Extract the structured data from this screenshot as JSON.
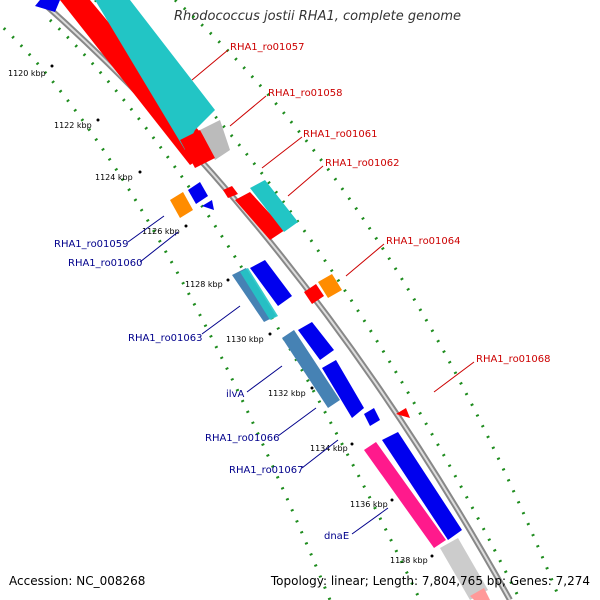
{
  "title": "Rhodococcus jostii RHA1, complete genome",
  "footer": {
    "accession": "Accession: NC_008268",
    "summary": "Topology: linear; Length: 7,804,765 bp; Genes: 7,274"
  },
  "ticks": [
    "1120 kbp",
    "1122 kbp",
    "1124 kbp",
    "1126 kbp",
    "1128 kbp",
    "1130 kbp",
    "1132 kbp",
    "1134 kbp",
    "1136 kbp",
    "1138 kbp"
  ],
  "labels": {
    "forward": [
      "RHA1_ro01057",
      "RHA1_ro01058",
      "RHA1_ro01061",
      "RHA1_ro01062",
      "RHA1_ro01064",
      "RHA1_ro01068"
    ],
    "reverse": [
      "RHA1_ro01059",
      "RHA1_ro01060",
      "RHA1_ro01063",
      "ilvA",
      "RHA1_ro01066",
      "RHA1_ro01067",
      "dnaE"
    ]
  },
  "colors": {
    "forward_label": "#cc0000",
    "reverse_label": "#00008b",
    "forward_gene": "#ff0000",
    "reverse_gene": "#0000ee",
    "cyan": "#22c5c5",
    "orange": "#ff8c00",
    "pink": "#ff1a8c",
    "steel": "#4682b4",
    "gray": "#bbbbbb",
    "backbone": "#888888",
    "dotted": "#1e8c1e"
  }
}
